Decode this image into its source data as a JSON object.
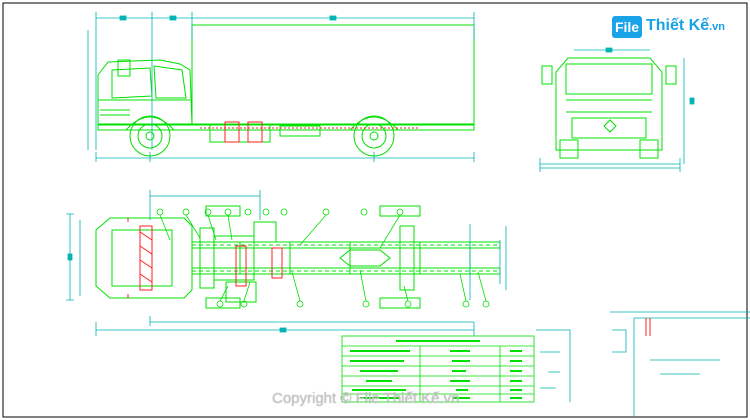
{
  "logo": {
    "badge": "File",
    "name": "Thiết Kế",
    "suffix": ".vn"
  },
  "footer": {
    "copyright": "Copyright © File Thiết Kế.vn"
  },
  "colors": {
    "geometry": "#00e000",
    "dimension": "#00b4b4",
    "hatch": "#ff2020",
    "frame": "#000000",
    "accent": "#19a1e6"
  }
}
